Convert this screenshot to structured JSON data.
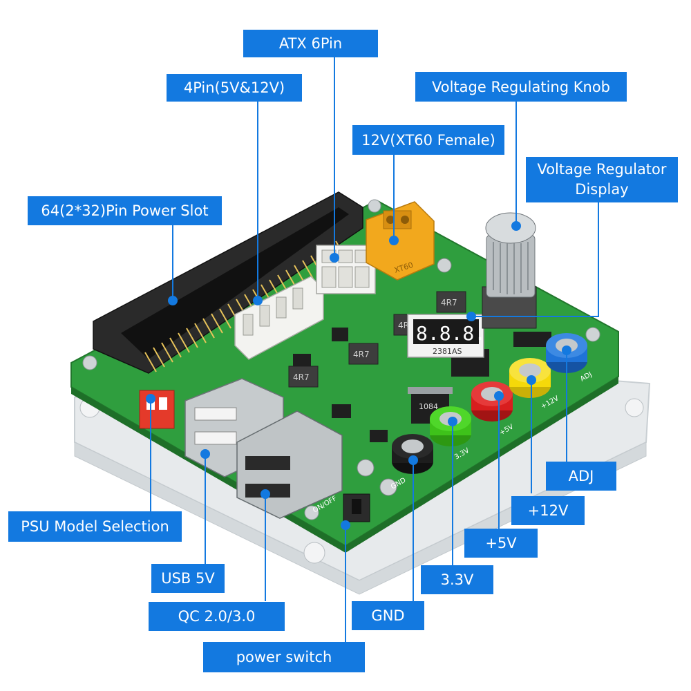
{
  "labels": {
    "atx_6pin": "ATX 6Pin",
    "pin4": "4Pin(5V&12V)",
    "voltage_knob": "Voltage Regulating Knob",
    "xt60": "12V(XT60 Female)",
    "regulator_display_line1": "Voltage Regulator",
    "regulator_display_line2": "Display",
    "power_slot": "64(2*32)Pin Power Slot",
    "adj": "ADJ",
    "v12": "+12V",
    "v5": "+5V",
    "v33": "3.3V",
    "gnd": "GND",
    "psu_model": "PSU Model Selection",
    "usb5v": "USB  5V",
    "qc": "QC 2.0/3.0",
    "power_switch": "power switch"
  },
  "board_text": {
    "display_digits": "8.8.8.",
    "display_model": "2381AS",
    "xt60_mark": "XT60",
    "inductor_mark": "4R7",
    "regulator_chip": "1084",
    "onoff": "ON/OFF",
    "pad_gnd": "GND",
    "pad_33": "3.3V",
    "pad_5": "+5V",
    "pad_12": "+12V",
    "pad_adj": "ADJ"
  },
  "colors": {
    "label_bg": "#1379e0",
    "leader": "#1379e0",
    "pcb": "#2f9e3e",
    "acrylic": "#e4e8ea",
    "slot": "#2a2a2a",
    "xt60": "#f2a81d",
    "post_red": "#d81e1e",
    "post_green": "#3ec21a",
    "post_yellow": "#f5d90a",
    "post_blue": "#1f73d8",
    "post_black": "#1d1d1d"
  }
}
